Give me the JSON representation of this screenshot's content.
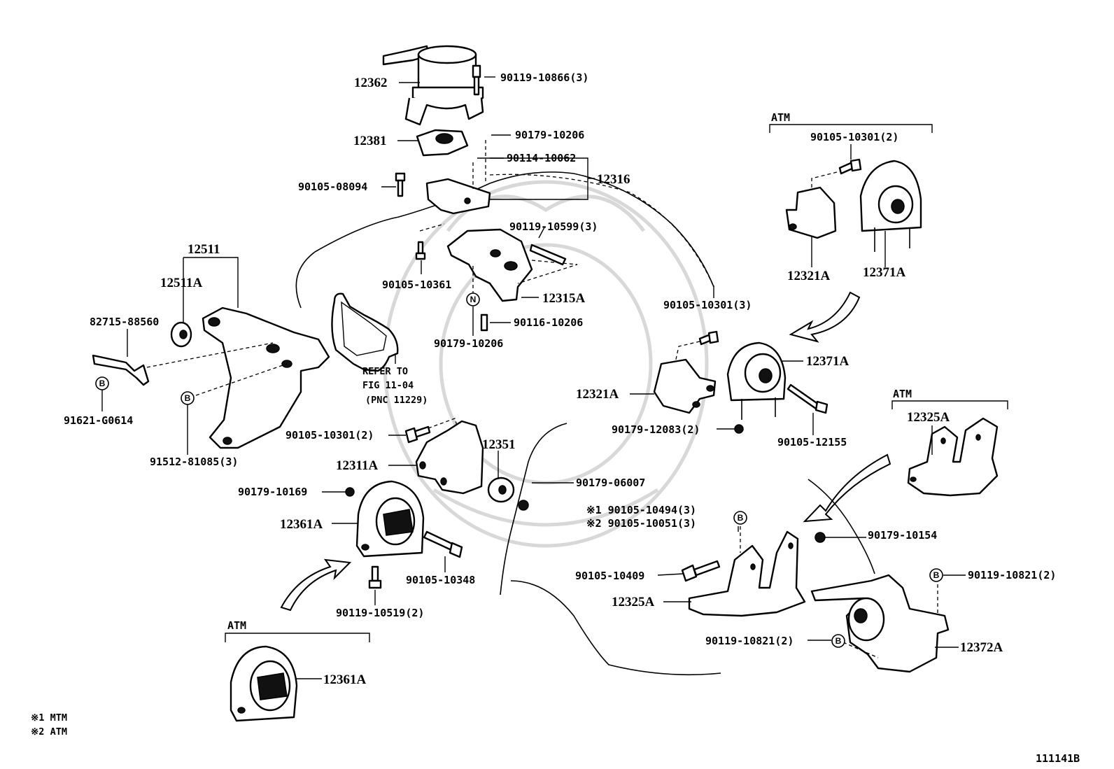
{
  "labels": {
    "p12362": "12362",
    "p90119_10866": "90119-10866(3)",
    "p12381": "12381",
    "p90179_10206_a": "90179-10206",
    "p90114_10062": "90114-10062",
    "p12316": "12316",
    "p90105_08094": "90105-08094",
    "p90119_10599": "90119-10599(3)",
    "p90105_10361": "90105-10361",
    "p12315A": "12315A",
    "p90116_10206": "90116-10206",
    "p90179_10206_b": "90179-10206",
    "p12511": "12511",
    "p12511A": "12511A",
    "p82715_88560": "82715-88560",
    "p91621_G0614": "91621-G0614",
    "p91512_81085": "91512-81085(3)",
    "refer_line1": "REFER TO",
    "refer_line2": "FIG 11-04",
    "refer_line3": "(PNC 11229)",
    "atm_top_right": "ATM",
    "p90105_10301_tr": "90105-10301(2)",
    "p12321A_top": "12321A",
    "p12371A_top": "12371A",
    "p90105_10301_mid": "90105-10301(3)",
    "p12371A_mid": "12371A",
    "p12321A_mid": "12321A",
    "p90179_12083": "90179-12083(2)",
    "p90105_12155": "90105-12155",
    "atm_right": "ATM",
    "p12325A_top": "12325A",
    "p90105_10301_l": "90105-10301(2)",
    "p12351": "12351",
    "p12311A": "12311A",
    "p90179_10169": "90179-10169",
    "p90179_06007": "90179-06007",
    "p12361A_mid": "12361A",
    "note1_line": "※1  90105-10494(3)",
    "note2_line": "※2  90105-10051(3)",
    "p90179_10154": "90179-10154",
    "p90105_10348": "90105-10348",
    "p90105_10409": "90105-10409",
    "p90119_10821_r": "90119-10821(2)",
    "p12325A_bottom": "12325A",
    "p90119_10519": "90119-10519(2)",
    "p90119_10821_l": "90119-10821(2)",
    "p12372A": "12372A",
    "atm_bottom_left": "ATM",
    "p12361A_bottom": "12361A",
    "legend_1": "※1 MTM",
    "legend_2": "※2 ATM",
    "figure_id": "111141B",
    "circle_b": "B",
    "circle_n": "N"
  }
}
